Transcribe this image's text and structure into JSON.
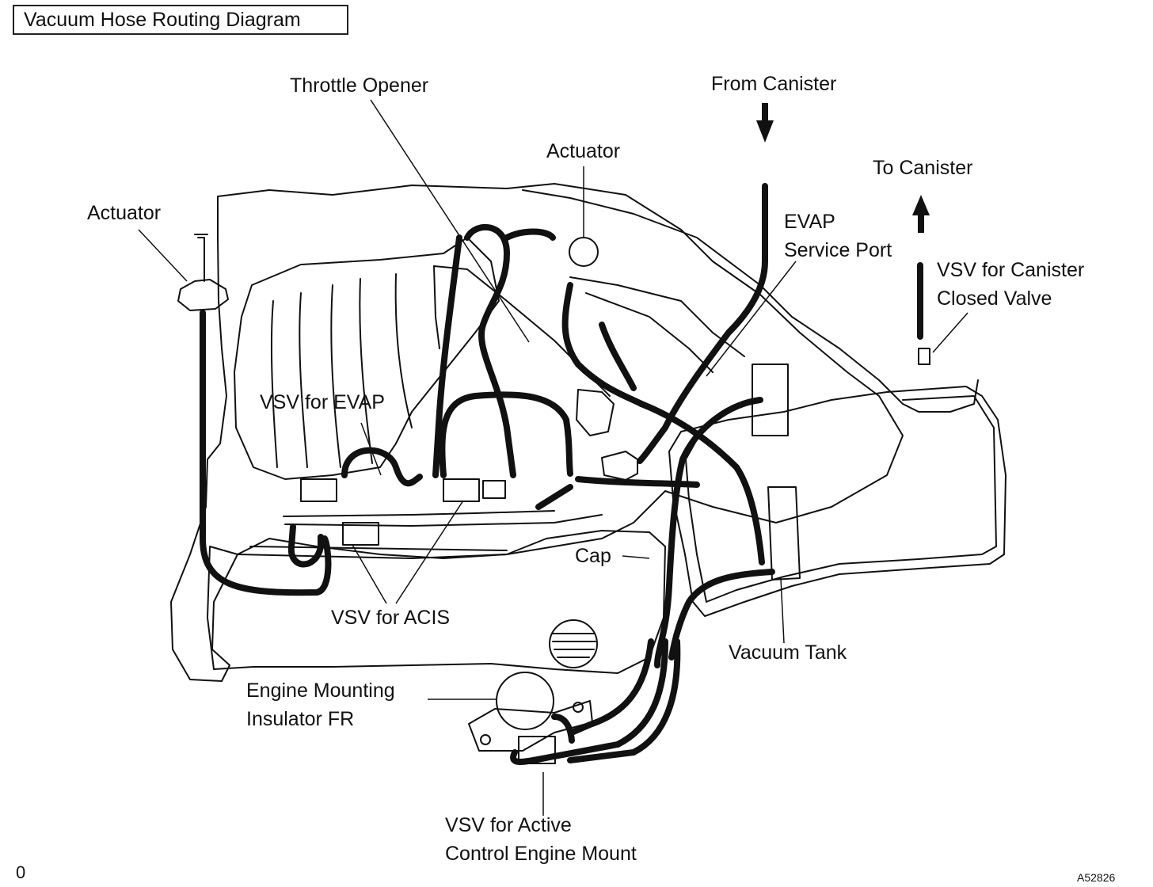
{
  "title": "Vacuum Hose Routing Diagram",
  "labels": {
    "throttle_opener": "Throttle Opener",
    "from_canister": "From Canister",
    "actuator_top": "Actuator",
    "actuator_left": "Actuator",
    "to_canister": "To Canister",
    "evap_service_port": [
      "EVAP",
      "Service Port"
    ],
    "vsv_canister_closed_valve": [
      "VSV for Canister",
      "Closed Valve"
    ],
    "vsv_evap": "VSV for EVAP",
    "cap": "Cap",
    "vsv_acis": "VSV for ACIS",
    "vacuum_tank": "Vacuum Tank",
    "engine_mounting_insulator": [
      "Engine Mounting",
      "Insulator FR"
    ],
    "vsv_active_control": [
      "VSV for Active",
      "Control Engine Mount"
    ]
  },
  "footer": {
    "left_mark": "0",
    "figure_id": "A52826"
  }
}
